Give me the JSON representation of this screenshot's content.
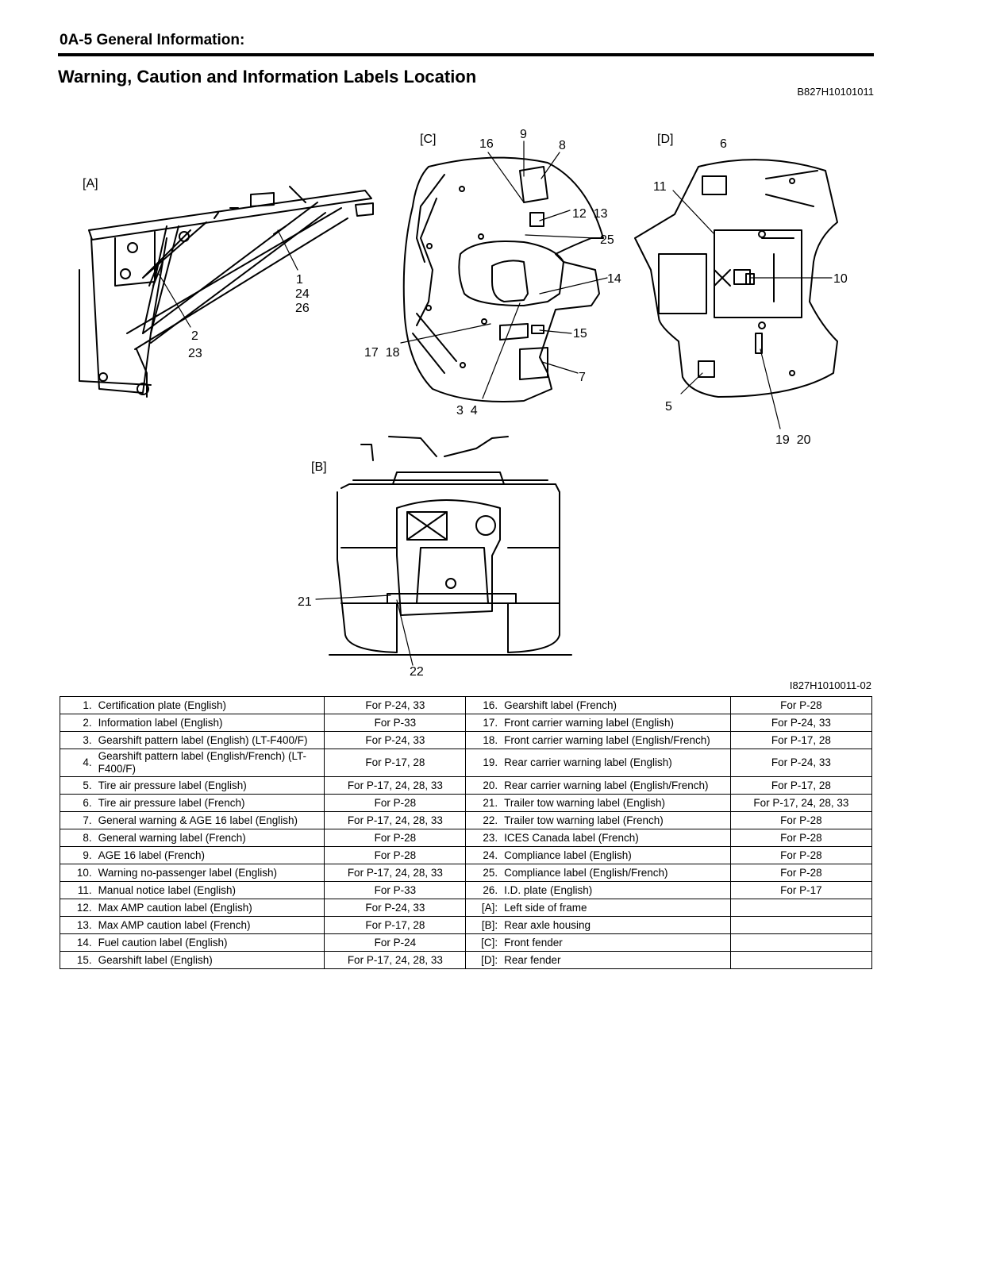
{
  "header": {
    "section": "0A-5  General Information:"
  },
  "title": "Warning, Caution and Information Labels Location",
  "doc_code": "B827H10101011",
  "figure": {
    "code": "I827H1010011-02",
    "views": {
      "A": "[A]",
      "B": "[B]",
      "C": "[C]",
      "D": "[D]"
    },
    "callouts": {
      "a1": "1",
      "a24": "24",
      "a26": "26",
      "a2": "2",
      "a23": "23",
      "c16": "16",
      "c9": "9",
      "c8": "8",
      "c1213": "12  13",
      "c25": "25",
      "c14": "14",
      "c15": "15",
      "c7": "7",
      "c1718": "17  18",
      "c34": "3  4",
      "d6": "6",
      "d11": "11",
      "d10": "10",
      "d5": "5",
      "d1920": "19  20",
      "b21": "21",
      "b22": "22"
    }
  },
  "legend": {
    "rows": [
      {
        "ln": "1.",
        "ld": "Certification plate (English)",
        "lp": "For P-24, 33",
        "rn": "16.",
        "rd": "Gearshift label (French)",
        "rp": "For P-28"
      },
      {
        "ln": "2.",
        "ld": "Information label (English)",
        "lp": "For P-33",
        "rn": "17.",
        "rd": "Front carrier warning label (English)",
        "rp": "For P-24, 33"
      },
      {
        "ln": "3.",
        "ld": "Gearshift pattern label (English) (LT-F400/F)",
        "lp": "For P-24, 33",
        "rn": "18.",
        "rd": "Front carrier warning label (English/French)",
        "rp": "For P-17, 28"
      },
      {
        "ln": "4.",
        "ld": "Gearshift pattern label (English/French) (LT-F400/F)",
        "lp": "For P-17, 28",
        "rn": "19.",
        "rd": "Rear carrier warning label (English)",
        "rp": "For P-24, 33"
      },
      {
        "ln": "5.",
        "ld": "Tire air pressure label (English)",
        "lp": "For P-17, 24, 28, 33",
        "rn": "20.",
        "rd": "Rear carrier warning label (English/French)",
        "rp": "For P-17, 28"
      },
      {
        "ln": "6.",
        "ld": "Tire air pressure label (French)",
        "lp": "For P-28",
        "rn": "21.",
        "rd": "Trailer tow warning label (English)",
        "rp": "For P-17, 24, 28, 33"
      },
      {
        "ln": "7.",
        "ld": "General warning & AGE 16 label (English)",
        "lp": "For P-17, 24, 28, 33",
        "rn": "22.",
        "rd": "Trailer tow warning label (French)",
        "rp": "For P-28"
      },
      {
        "ln": "8.",
        "ld": "General warning label (French)",
        "lp": "For P-28",
        "rn": "23.",
        "rd": "ICES Canada label (French)",
        "rp": "For P-28"
      },
      {
        "ln": "9.",
        "ld": "AGE 16 label (French)",
        "lp": "For P-28",
        "rn": "24.",
        "rd": "Compliance label (English)",
        "rp": "For P-28"
      },
      {
        "ln": "10.",
        "ld": "Warning no-passenger label (English)",
        "lp": "For P-17, 24, 28, 33",
        "rn": "25.",
        "rd": "Compliance label (English/French)",
        "rp": "For P-28"
      },
      {
        "ln": "11.",
        "ld": "Manual notice label (English)",
        "lp": "For P-33",
        "rn": "26.",
        "rd": "I.D. plate (English)",
        "rp": "For P-17"
      },
      {
        "ln": "12.",
        "ld": "Max AMP caution label (English)",
        "lp": "For P-24, 33",
        "rn": "[A]:",
        "rd": "Left side of frame",
        "rp": ""
      },
      {
        "ln": "13.",
        "ld": "Max AMP caution label (French)",
        "lp": "For P-17, 28",
        "rn": "[B]:",
        "rd": "Rear axle housing",
        "rp": ""
      },
      {
        "ln": "14.",
        "ld": "Fuel caution label (English)",
        "lp": "For P-24",
        "rn": "[C]:",
        "rd": "Front fender",
        "rp": ""
      },
      {
        "ln": "15.",
        "ld": "Gearshift label (English)",
        "lp": "For P-17, 24, 28, 33",
        "rn": "[D]:",
        "rd": "Rear fender",
        "rp": ""
      }
    ]
  }
}
